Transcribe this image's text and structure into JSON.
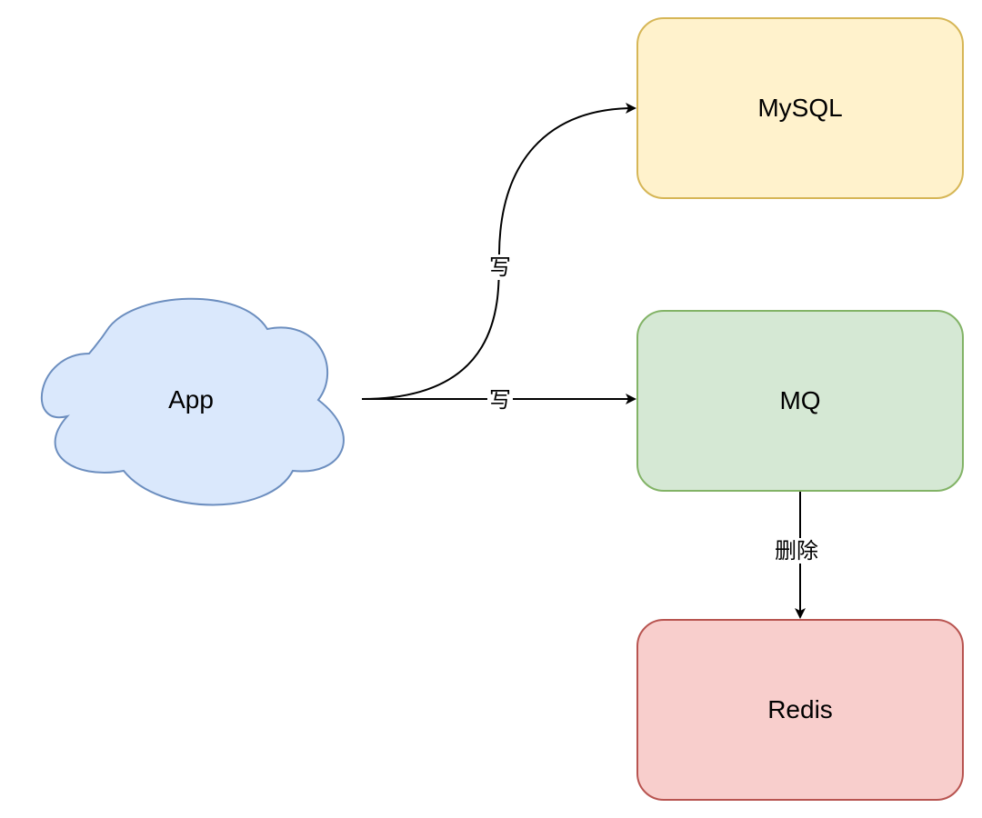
{
  "nodes": {
    "app": {
      "label": "App",
      "fill": "#dae8fc",
      "stroke": "#6c8ebf"
    },
    "mysql": {
      "label": "MySQL",
      "fill": "#fff2cc",
      "stroke": "#d6b656"
    },
    "mq": {
      "label": "MQ",
      "fill": "#d5e8d4",
      "stroke": "#82b366"
    },
    "redis": {
      "label": "Redis",
      "fill": "#f8cecc",
      "stroke": "#b85450"
    }
  },
  "edges": {
    "app_to_mysql": {
      "label": "写"
    },
    "app_to_mq": {
      "label": "写"
    },
    "mq_to_redis": {
      "label": "删除"
    }
  },
  "edge_color": "#000000"
}
